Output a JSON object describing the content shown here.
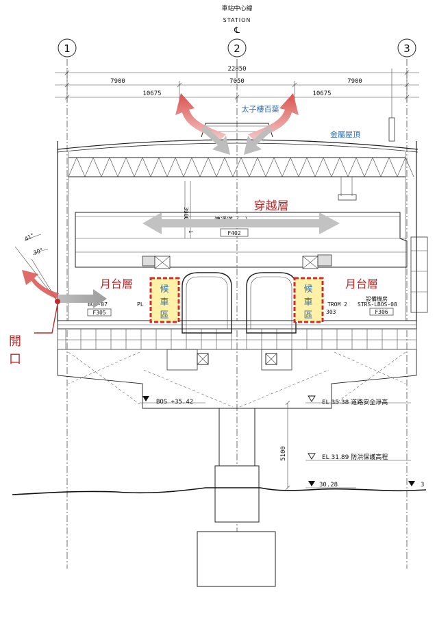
{
  "header": {
    "station_centerline_cn": "車站中心線",
    "station_en": "STATION",
    "centerline_symbol": "℄"
  },
  "grid": {
    "grid_1": "1",
    "grid_2": "2",
    "grid_3": "3"
  },
  "dimensions": {
    "overall": "22850",
    "left_bay": "7900",
    "mid_bay": "7050",
    "right_bay": "7900",
    "left_half": "10675",
    "right_half": "10675",
    "height_3900": "3900",
    "height_5100": "5100",
    "small_dim": "1"
  },
  "labels": {
    "monitor_roof": "太子樓百葉",
    "metal_roof": "金屬屋頂",
    "crossing_level": "穿越層",
    "platform_left": "月台層",
    "platform_right": "月台層",
    "waiting_left": [
      "候",
      "車",
      "區"
    ],
    "waiting_right": [
      "候",
      "車",
      "區"
    ],
    "opening": [
      "開",
      "口"
    ],
    "angle_41": "41°",
    "angle_30": "30°"
  },
  "rooms": {
    "corridor": "連通道（一）",
    "f402": "F402",
    "f305": "F305",
    "bos07": "BOS-07",
    "pl": "PL",
    "platform2": "TROM 2",
    "strs": "STRS-LBOS-08",
    "s03": "303",
    "f306": "F306",
    "equip_right": "設備機房"
  },
  "elevations": {
    "bos": "BOS +35.42",
    "road_clear": "EL 35.38 道路安全淨高",
    "flood": "EL 31.89 防洪保護高程",
    "ground": "30.28",
    "ground_right": "3"
  },
  "colors": {
    "red_arrow": "#d9524e",
    "gray_arrow": "#c4c4c4",
    "red_text": "#c0282a",
    "blue_text": "#2d6fb5",
    "waiting_fill": "#fff2a8",
    "waiting_border": "#d42a2a"
  }
}
